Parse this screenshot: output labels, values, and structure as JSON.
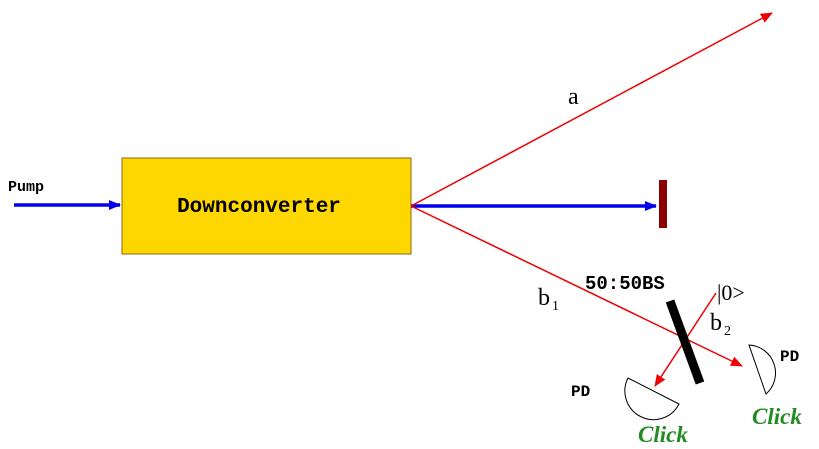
{
  "labels": {
    "pump": "Pump",
    "downconverter": "Downconverter",
    "beam_a": "a",
    "beam_b1_main": "b",
    "beam_b1_sub": "1",
    "beam_b2_main": "b",
    "beam_b2_sub": "2",
    "beamsplitter": "50:50BS",
    "vacuum_input": "|0>",
    "detector_left": "PD",
    "detector_right": "PD",
    "click_left": "Click",
    "click_right": "Click"
  },
  "colors": {
    "pump_beam": "#0000ee",
    "signal_beam": "#ee0000",
    "crystal_fill": "#ffd700",
    "crystal_border": "#8b6914",
    "beam_dump": "#8b0000",
    "beamsplitter": "#000000",
    "click_text": "#228b22"
  },
  "icons": {
    "beam_dump": "beam-stop-bar",
    "detectors": "photodetector-half-circle"
  }
}
